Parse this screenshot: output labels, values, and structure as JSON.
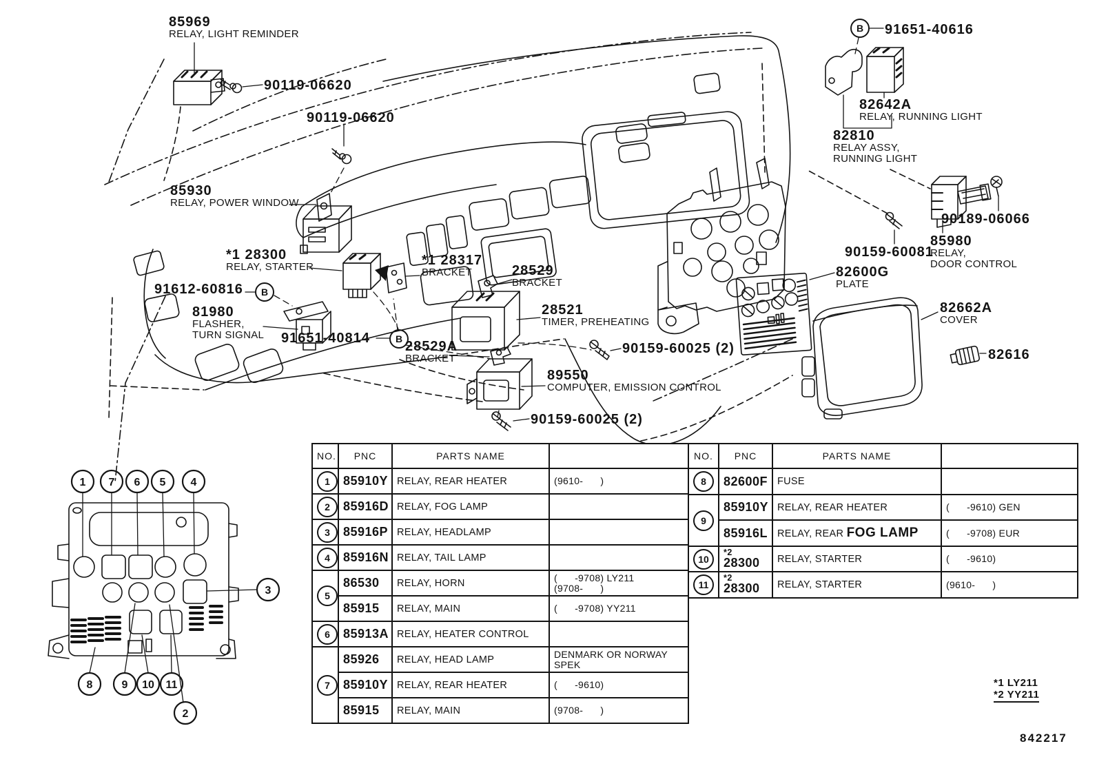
{
  "page": {
    "code": "842217",
    "footnote1": "*1 LY211",
    "footnote2": "*2 YY211"
  },
  "symbols": {
    "b": "B"
  },
  "callouts": {
    "relay_light_reminder": {
      "num": "85969",
      "desc": "RELAY, LIGHT REMINDER"
    },
    "screw_90119_a": {
      "num": "90119-06620"
    },
    "screw_90119_b": {
      "num": "90119-06620"
    },
    "relay_power_window": {
      "num": "85930",
      "desc": "RELAY, POWER WINDOW"
    },
    "relay_starter": {
      "num": "*1 28300",
      "desc": "RELAY, STARTER"
    },
    "screw_91612": {
      "num": "91612-60816"
    },
    "flasher_turn_signal": {
      "num": "81980",
      "desc": "FLASHER,\nTURN SIGNAL"
    },
    "screw_91651_40814": {
      "num": "91651-40814"
    },
    "bracket_28317": {
      "num": "*1 28317",
      "desc": "BRACKET"
    },
    "bracket_28529": {
      "num": "28529",
      "desc": "BRACKET"
    },
    "timer_preheating": {
      "num": "28521",
      "desc": "TIMER, PREHEATING"
    },
    "bracket_28529a": {
      "num": "28529A",
      "desc": "BRACKET"
    },
    "screw_90159_a": {
      "num": "90159-60025 (2)"
    },
    "computer_emission": {
      "num": "89550",
      "desc": "COMPUTER, EMISSION CONTROL"
    },
    "screw_90159_b": {
      "num": "90159-60025 (2)"
    },
    "screw_91651_40616": {
      "num": "91651-40616"
    },
    "relay_running_light": {
      "num": "82642A",
      "desc": "RELAY, RUNNING LIGHT"
    },
    "relay_assy_running_light": {
      "num": "82810",
      "desc": "RELAY ASSY,\nRUNNING LIGHT"
    },
    "screw_90189": {
      "num": "90189-06066"
    },
    "relay_door_control": {
      "num": "85980",
      "desc": "RELAY,\nDOOR CONTROL"
    },
    "screw_90159_c": {
      "num": "90159-60081"
    },
    "plate": {
      "num": "82600G",
      "desc": "PLATE"
    },
    "cover": {
      "num": "82662A",
      "desc": "COVER"
    },
    "clip_82616": {
      "num": "82616"
    }
  },
  "fusebox": {
    "callouts": [
      "1",
      "7",
      "6",
      "5",
      "4",
      "3",
      "8",
      "9",
      "10",
      "11",
      "2"
    ]
  },
  "tables": {
    "header": {
      "no": "NO.",
      "pnc": "PNC",
      "name": "PARTS NAME"
    },
    "left": {
      "r1": {
        "no": "1",
        "pnc": "85910Y",
        "name": "RELAY, REAR HEATER",
        "remark": "(9610-      )"
      },
      "r2": {
        "no": "2",
        "pnc": "85916D",
        "name": "RELAY, FOG LAMP",
        "remark": ""
      },
      "r3": {
        "no": "3",
        "pnc": "85916P",
        "name": "RELAY, HEADLAMP",
        "remark": ""
      },
      "r4": {
        "no": "4",
        "pnc": "85916N",
        "name": "RELAY, TAIL LAMP",
        "remark": ""
      },
      "r5a": {
        "no": "5",
        "pnc": "86530",
        "name": "RELAY, HORN",
        "remark": "(      -9708) LY211\n(9708-      )"
      },
      "r5b": {
        "pnc": "85915",
        "name": "RELAY, MAIN",
        "remark": "(      -9708) YY211"
      },
      "r6": {
        "no": "6",
        "pnc": "85913A",
        "name": "RELAY, HEATER CONTROL",
        "remark": ""
      },
      "r7a": {
        "no": "7",
        "pnc": "85926",
        "name": "RELAY, HEAD LAMP",
        "remark": "DENMARK OR NORWAY\nSPEK"
      },
      "r7b": {
        "pnc": "85910Y",
        "name": "RELAY, REAR HEATER",
        "remark": "(      -9610)"
      },
      "r7c": {
        "pnc": "85915",
        "name": "RELAY, MAIN",
        "remark": "(9708-      )"
      }
    },
    "right": {
      "r8": {
        "no": "8",
        "pnc": "82600F",
        "name": "FUSE",
        "remark": ""
      },
      "r9a": {
        "no": "9",
        "pnc": "85910Y",
        "name": "RELAY, REAR HEATER",
        "remark": "(      -9610) GEN"
      },
      "r9b": {
        "pnc": "85916L",
        "name": "RELAY, REAR ",
        "name2": "FOG LAMP",
        "remark": "(      -9708) EUR"
      },
      "r10": {
        "no": "10",
        "pnc_sup": "*2",
        "pnc": "28300",
        "name": "RELAY, STARTER",
        "remark": "(      -9610)"
      },
      "r11": {
        "no": "11",
        "pnc_sup": "*2",
        "pnc": "28300",
        "name": "RELAY, STARTER",
        "remark": "(9610-      )"
      }
    }
  }
}
